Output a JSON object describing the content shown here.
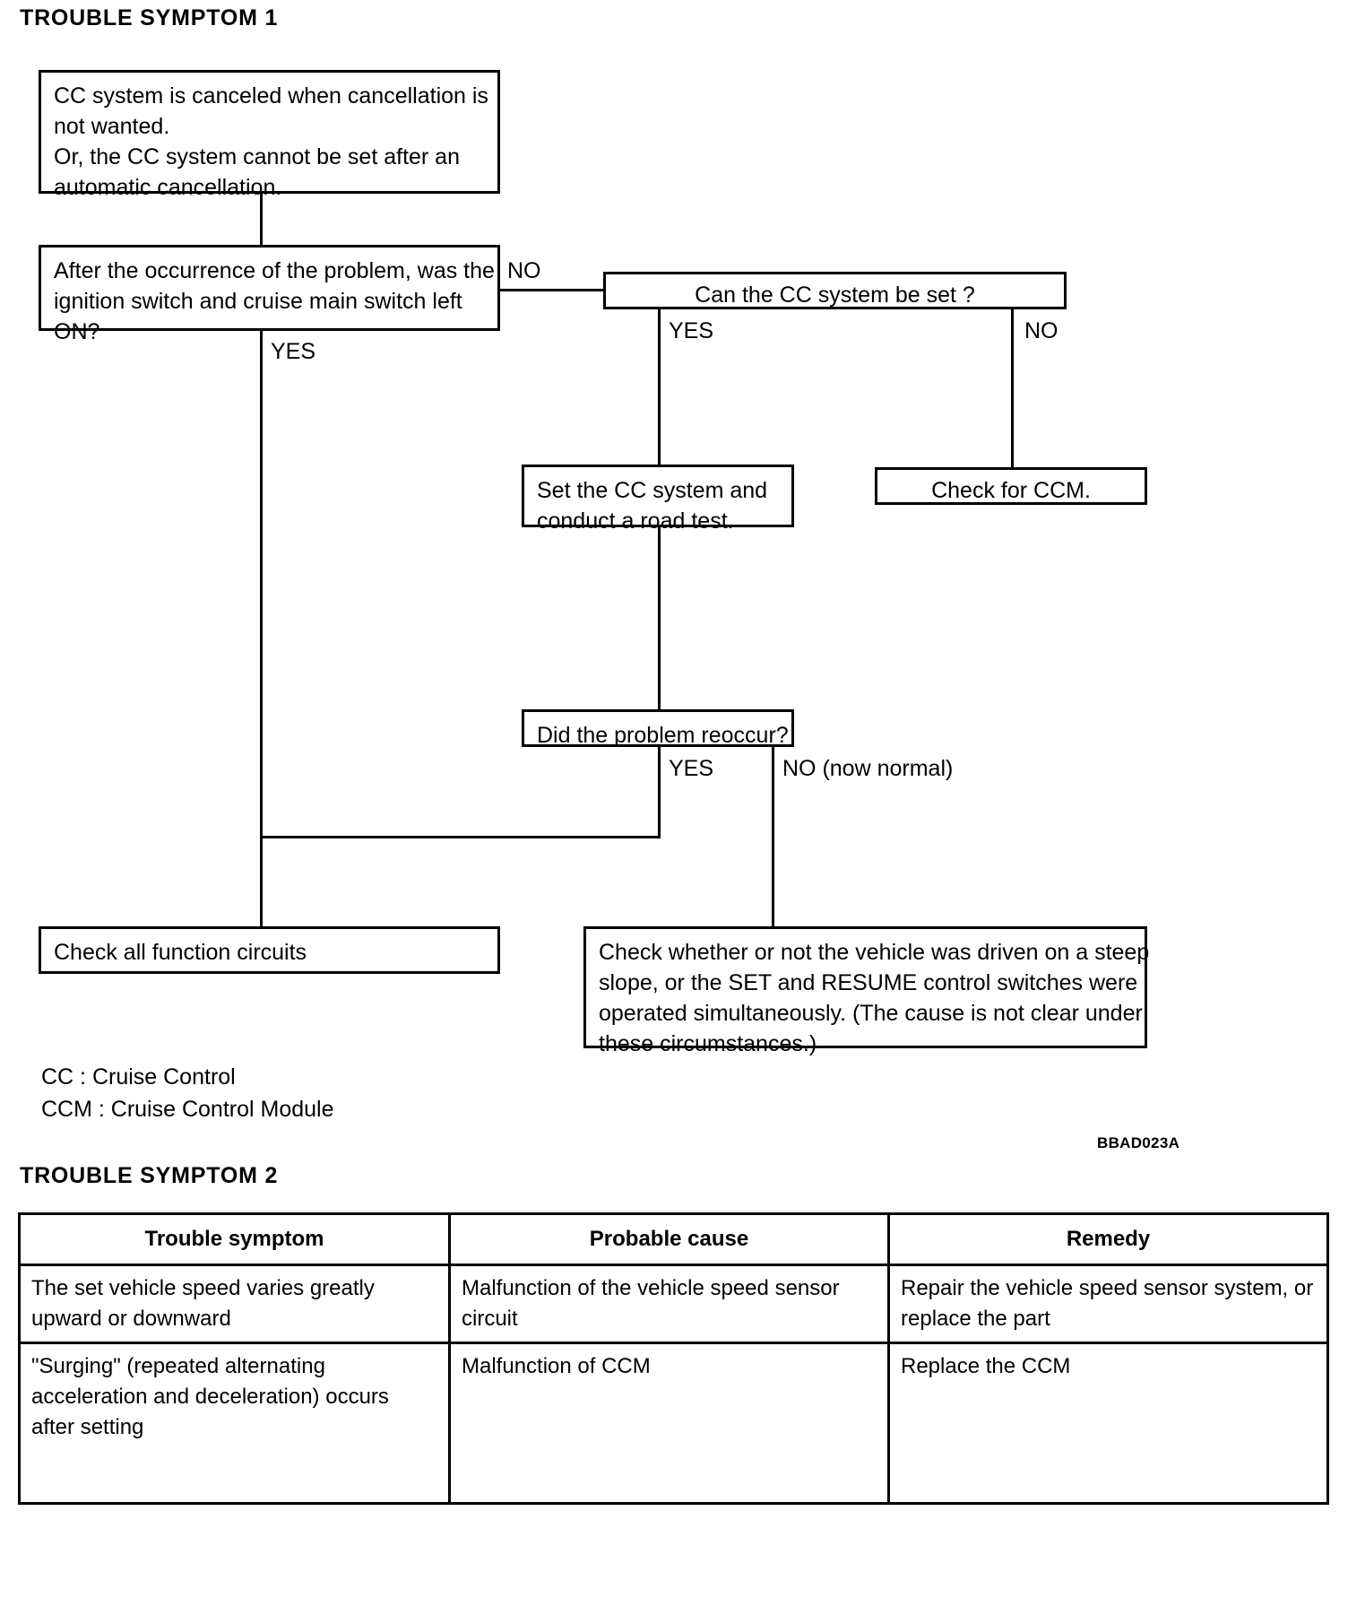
{
  "section1": {
    "heading": "TROUBLE SYMPTOM 1",
    "figure_code": "BBAD023A",
    "boxes": {
      "symptom": {
        "line1": "CC system is canceled when cancellation is",
        "line2": "not wanted.",
        "line3": "Or, the CC system cannot be set after an",
        "line4": "automatic cancellation."
      },
      "q_ignition": {
        "line1": "After the occurrence of the problem, was the",
        "line2": "ignition switch and cruise main switch left",
        "line3": "ON?"
      },
      "q_can_set": {
        "line1": "Can the CC system be set ?"
      },
      "set_and_test": {
        "line1": "Set the CC system and",
        "line2": "conduct a road test."
      },
      "check_ccm": {
        "line1": "Check for CCM."
      },
      "q_reoccur": {
        "line1": "Did the problem reoccur?"
      },
      "check_all_circuits": {
        "line1": "Check all function circuits"
      },
      "check_steep_slope": {
        "line1": "Check whether or not the vehicle was driven on a steep",
        "line2": "slope, or the SET and RESUME control switches were",
        "line3": "operated simultaneously. (The cause is not clear under",
        "line4": "these circumstances.)"
      }
    },
    "branch_labels": {
      "ignition_no": "NO",
      "ignition_yes": "YES",
      "can_set_yes": "YES",
      "can_set_no": "NO",
      "reoccur_yes": "YES",
      "reoccur_no": "NO (now normal)"
    },
    "legend": {
      "line1": "CC : Cruise Control",
      "line2": "CCM : Cruise Control Module"
    }
  },
  "section2": {
    "heading": "TROUBLE SYMPTOM 2",
    "table": {
      "headers": [
        "Trouble symptom",
        "Probable cause",
        "Remedy"
      ],
      "rows": [
        {
          "symptom_l1": "The set vehicle speed varies greatly",
          "symptom_l2": "upward or downward",
          "symptom_l3": "",
          "cause_l1": "Malfunction of the vehicle speed",
          "cause_l2": "sensor circuit",
          "remedy_l1": "Repair the vehicle speed sensor",
          "remedy_l2": "system, or replace the part"
        },
        {
          "symptom_l1": "\"Surging\" (repeated alternating",
          "symptom_l2": "acceleration and deceleration)",
          "symptom_l3": "occurs after setting",
          "cause_l1": "Malfunction of CCM",
          "cause_l2": "",
          "remedy_l1": "Replace the CCM",
          "remedy_l2": ""
        }
      ]
    }
  }
}
